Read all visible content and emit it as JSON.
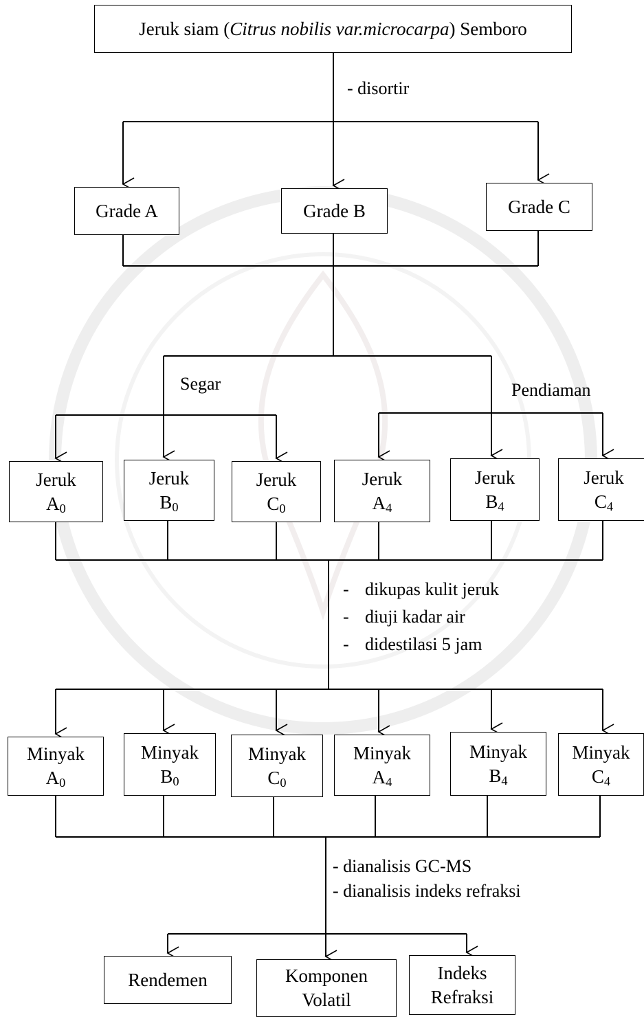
{
  "title": {
    "prefix": "Jeruk siam (",
    "italic": "Citrus nobilis var.microcarpa",
    "suffix": ") Semboro"
  },
  "step_sort": "- disortir",
  "grades": [
    "Grade A",
    "Grade B",
    "Grade C"
  ],
  "branch_labels": {
    "fresh": "Segar",
    "stored": "Pendiaman"
  },
  "jeruk": [
    {
      "name": "Jeruk",
      "letter": "A",
      "sub": "0"
    },
    {
      "name": "Jeruk",
      "letter": "B",
      "sub": "0"
    },
    {
      "name": "Jeruk",
      "letter": "C",
      "sub": "0"
    },
    {
      "name": "Jeruk",
      "letter": "A",
      "sub": "4"
    },
    {
      "name": "Jeruk",
      "letter": "B",
      "sub": "4"
    },
    {
      "name": "Jeruk",
      "letter": "C",
      "sub": "4"
    }
  ],
  "process_steps": [
    "dikupas kulit jeruk",
    "diuji kadar air",
    "didestilasi 5 jam"
  ],
  "minyak": [
    {
      "name": "Minyak",
      "letter": "A",
      "sub": "0"
    },
    {
      "name": "Minyak",
      "letter": "B",
      "sub": "0"
    },
    {
      "name": "Minyak",
      "letter": "C",
      "sub": "0"
    },
    {
      "name": "Minyak",
      "letter": "A",
      "sub": "4"
    },
    {
      "name": "Minyak",
      "letter": "B",
      "sub": "4"
    },
    {
      "name": "Minyak",
      "letter": "C",
      "sub": "4"
    }
  ],
  "analysis_steps": [
    "- dianalisis GC-MS",
    "- dianalisis indeks refraksi"
  ],
  "outputs": [
    {
      "line1": "Rendemen",
      "line2": ""
    },
    {
      "line1": "Komponen",
      "line2": "Volatil"
    },
    {
      "line1": "Indeks",
      "line2": "Refraksi"
    }
  ]
}
